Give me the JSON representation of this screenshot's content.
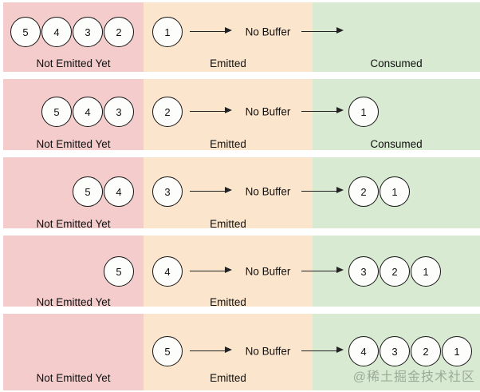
{
  "diagram": {
    "strategy_label": "No Buffer",
    "zone_labels": {
      "not_emitted": "Not Emitted Yet",
      "emitted": "Emitted",
      "consumed": "Consumed"
    },
    "colors": {
      "not_emitted_bg": "#f4cccc",
      "emitted_bg": "#fce5cd",
      "consumed_bg": "#d9ead3",
      "circle_fill": "#fdfdfc",
      "circle_border": "#151515",
      "arrow": "#222222"
    },
    "rows": [
      {
        "not_emitted": [
          "5",
          "4",
          "3",
          "2"
        ],
        "emitted": [
          "1"
        ],
        "consumed": [],
        "show_labels": {
          "not_emitted": true,
          "emitted": true,
          "consumed": true
        }
      },
      {
        "not_emitted": [
          "5",
          "4",
          "3"
        ],
        "emitted": [
          "2"
        ],
        "consumed": [
          "1"
        ],
        "show_labels": {
          "not_emitted": true,
          "emitted": true,
          "consumed": true
        }
      },
      {
        "not_emitted": [
          "5",
          "4"
        ],
        "emitted": [
          "3"
        ],
        "consumed": [
          "2",
          "1"
        ],
        "show_labels": {
          "not_emitted": true,
          "emitted": true,
          "consumed": false
        }
      },
      {
        "not_emitted": [
          "5"
        ],
        "emitted": [
          "4"
        ],
        "consumed": [
          "3",
          "2",
          "1"
        ],
        "show_labels": {
          "not_emitted": true,
          "emitted": true,
          "consumed": false
        }
      },
      {
        "not_emitted": [],
        "emitted": [
          "5"
        ],
        "consumed": [
          "4",
          "3",
          "2",
          "1"
        ],
        "show_labels": {
          "not_emitted": true,
          "emitted": true,
          "consumed": false
        }
      }
    ],
    "watermark": "@稀土掘金技术社区"
  }
}
